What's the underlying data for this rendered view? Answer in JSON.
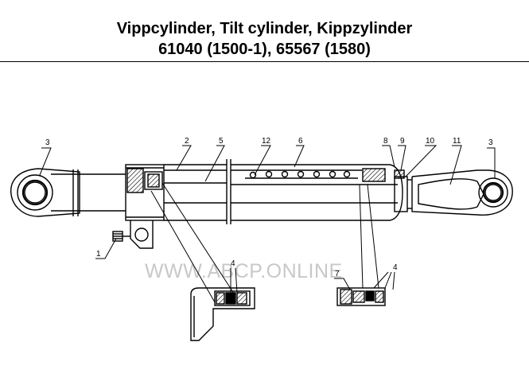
{
  "header": {
    "title_line1": "Vippcylinder, Tilt cylinder, Kippzylinder",
    "title_line2": "61040 (1500-1), 65567 (1580)"
  },
  "watermark": "WWW.ABCP.ONLINE",
  "callouts": {
    "c1": "1",
    "c2": "2",
    "c3_left": "3",
    "c3_right": "3",
    "c4_left": "4",
    "c4_right": "4",
    "c5": "5",
    "c6": "6",
    "c7": "7",
    "c8": "8",
    "c9": "9",
    "c10": "10",
    "c11": "11",
    "c12": "12"
  }
}
